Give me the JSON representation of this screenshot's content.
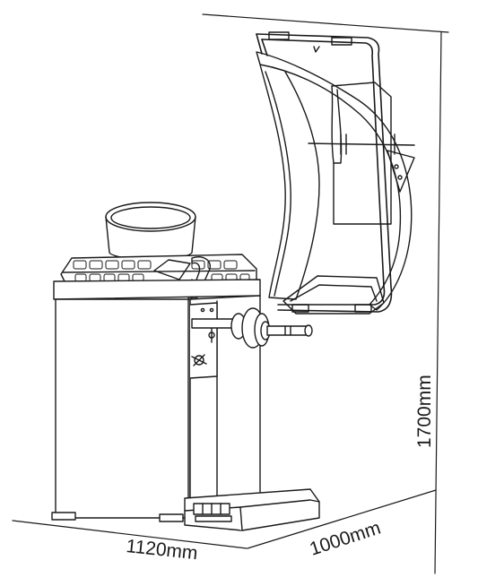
{
  "dimensions": {
    "width_label": "1120mm",
    "depth_label": "1000mm",
    "height_label": "1700mm"
  },
  "colors": {
    "line": "#1a1a1a",
    "fill": "#ffffff"
  }
}
